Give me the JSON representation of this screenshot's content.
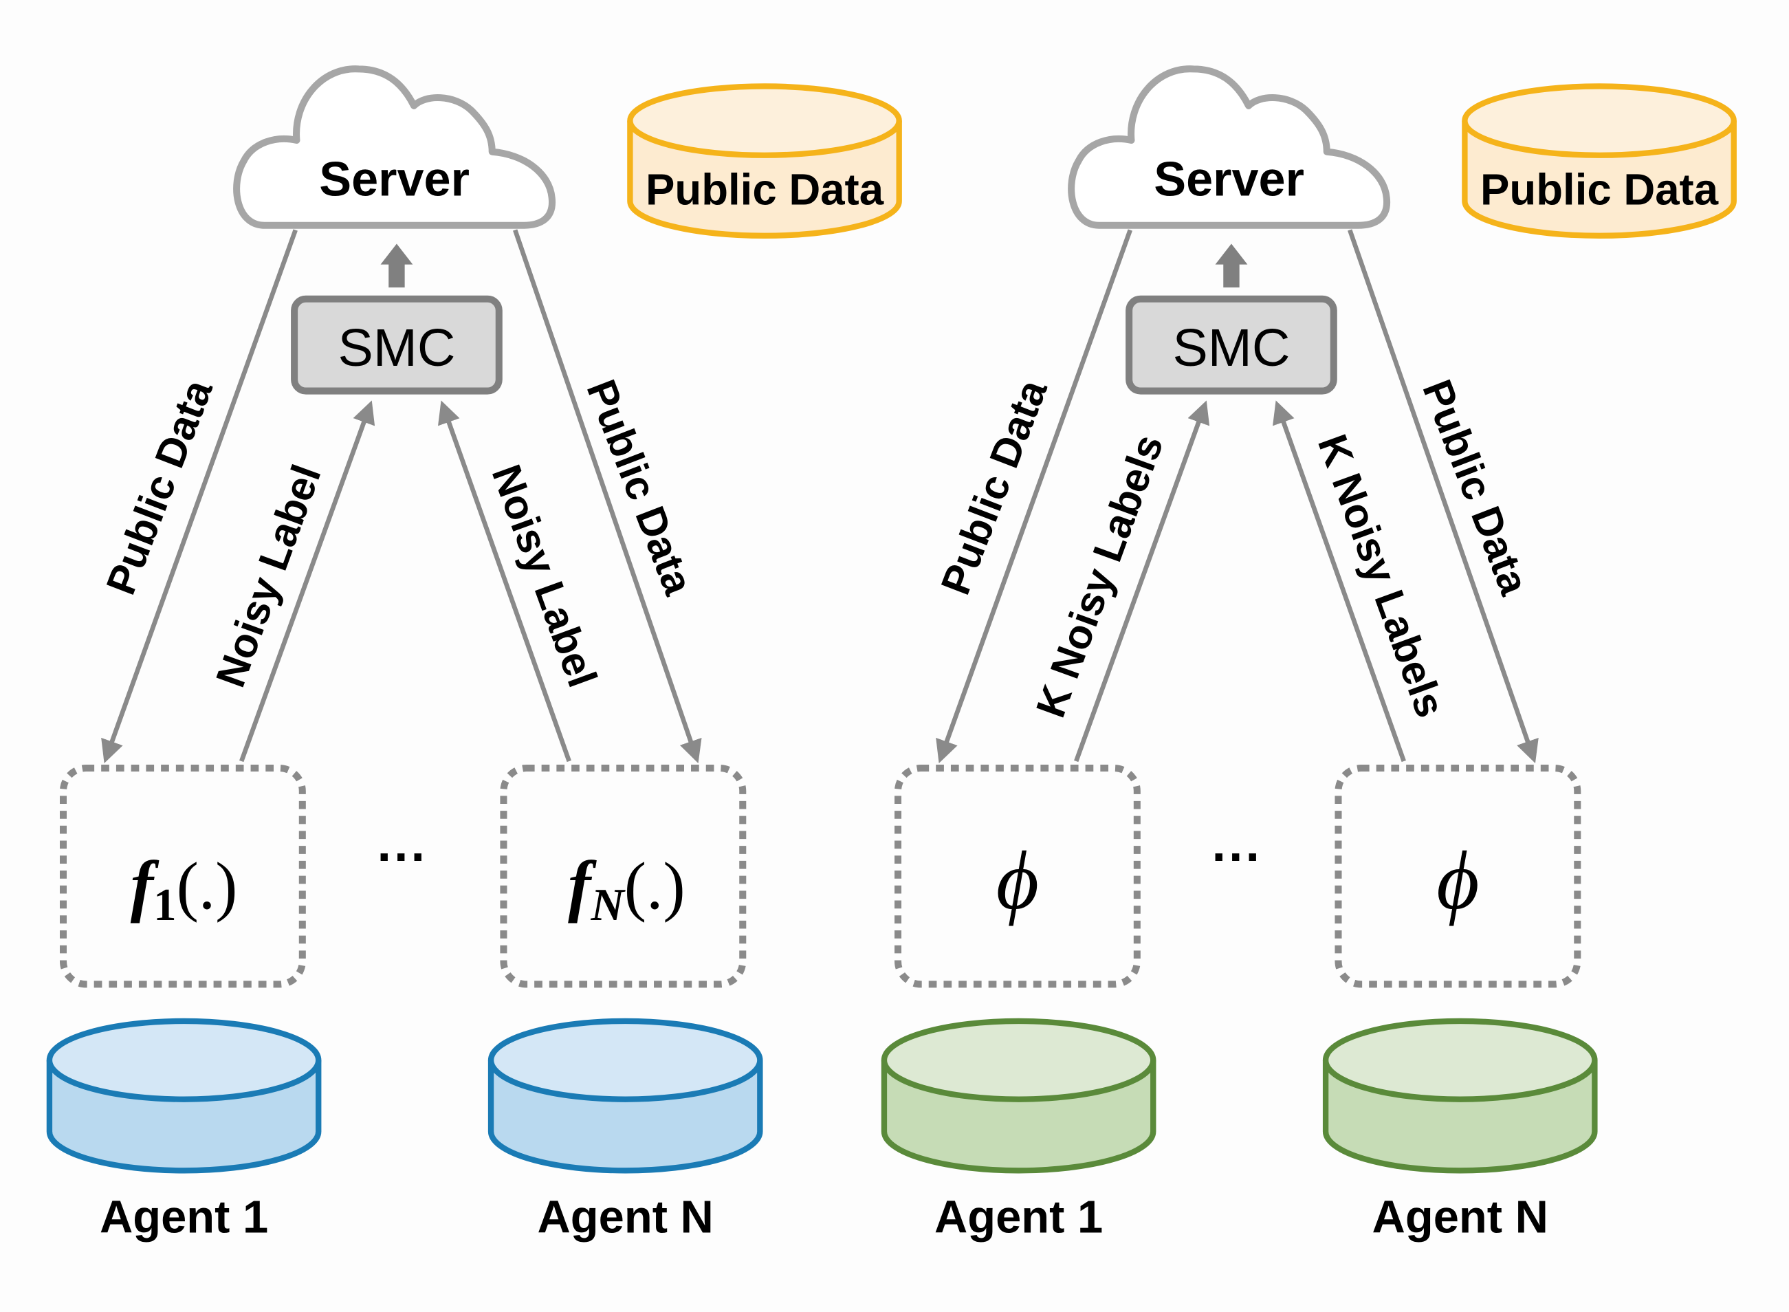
{
  "colors": {
    "background": "#fdfdfd",
    "cloud_stroke": "#a6a6a6",
    "arrow": "#8a8a8a",
    "smc_fill": "#d9d9d9",
    "smc_stroke": "#808080",
    "public_data_fill": "#fdebd0",
    "public_data_stroke": "#f5b31a",
    "agent_blue_fill": "#b9d9ef",
    "agent_blue_top": "#d4e7f6",
    "agent_blue_stroke": "#1a7bb5",
    "agent_green_fill": "#c6dcb6",
    "agent_green_top": "#dde9d3",
    "agent_green_stroke": "#5a8a3a"
  },
  "panels": [
    {
      "server_label": "Server",
      "smc_label": "SMC",
      "public_data_label": "Public Data",
      "arrow_labels": {
        "outer_left": "Public Data",
        "inner_left": "Noisy Label",
        "inner_right": "Noisy Label",
        "outer_right": "Public Data"
      },
      "agents": [
        {
          "model_main": "f",
          "model_sub": "1",
          "model_args": "(.)",
          "name": "Agent 1"
        },
        {
          "model_main": "f",
          "model_sub": "N",
          "model_args": "(.)",
          "name": "Agent N"
        }
      ],
      "ellipsis": "···"
    },
    {
      "server_label": "Server",
      "smc_label": "SMC",
      "public_data_label": "Public Data",
      "arrow_labels": {
        "outer_left": "Public Data",
        "inner_left": "K Noisy Labels",
        "inner_right": "K Noisy Labels",
        "outer_right": "Public Data"
      },
      "agents": [
        {
          "model_main": "ϕ",
          "model_sub": "",
          "model_args": "",
          "name": "Agent 1"
        },
        {
          "model_main": "ϕ",
          "model_sub": "",
          "model_args": "",
          "name": "Agent N"
        }
      ],
      "ellipsis": "···"
    }
  ]
}
